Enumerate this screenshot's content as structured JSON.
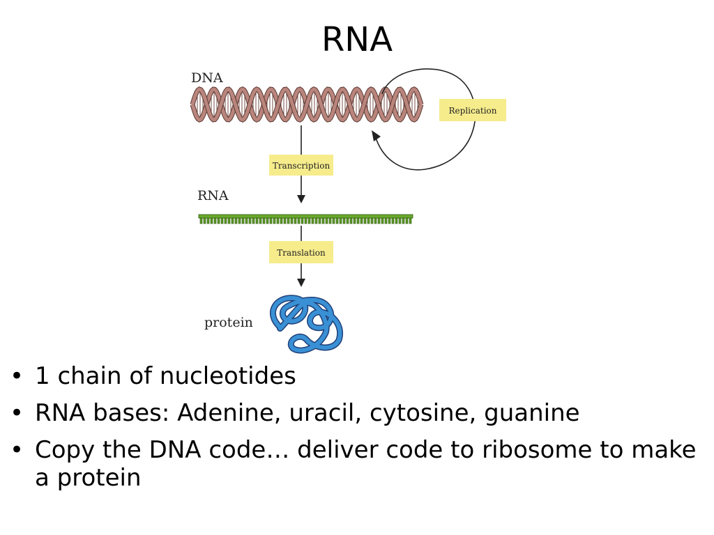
{
  "slide": {
    "title": "RNA",
    "bullets": [
      "1 chain of nucleotides",
      "RNA bases: Adenine, uracil, cytosine, guanine",
      "Copy the DNA code… deliver code to ribosome to make a protein"
    ]
  },
  "diagram": {
    "dna_label": "DNA",
    "rna_label": "RNA",
    "protein_label": "protein",
    "replication_label": "Replication",
    "transcription_label": "Transcription",
    "translation_label": "Translation",
    "colors": {
      "dna": "#b9857c",
      "rna": "#6aa82c",
      "protein": "#2d7fc2",
      "label_box": "#f6ec8c"
    }
  }
}
